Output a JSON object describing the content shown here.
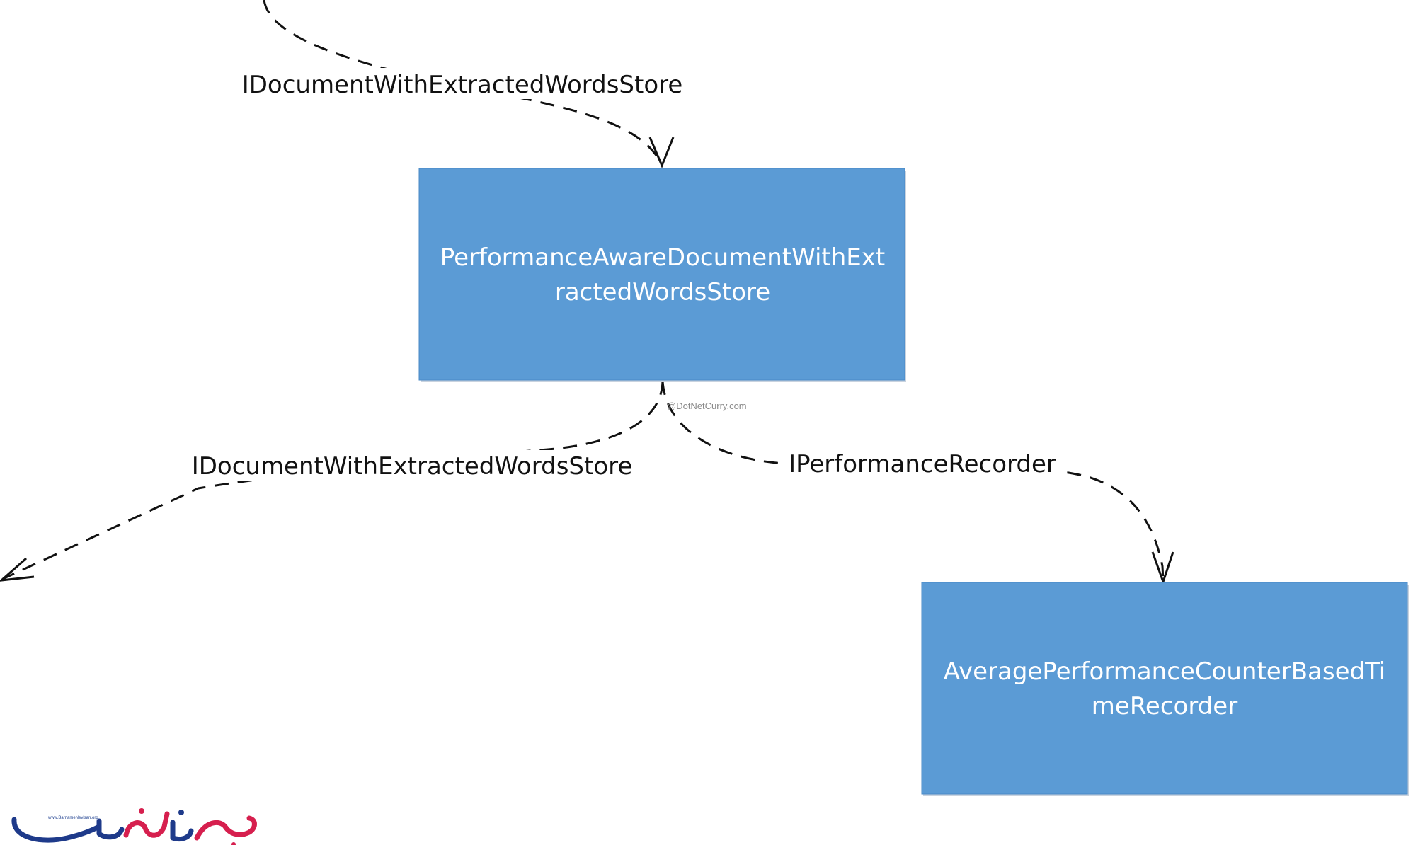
{
  "nodes": {
    "performance_aware": {
      "label_line1": "PerformanceAwareDocumentWithExt",
      "label_line2": "ractedWordsStore"
    },
    "average_recorder": {
      "label_line1": "AveragePerformanceCounterBasedTi",
      "label_line2": "meRecorder"
    }
  },
  "edges": {
    "incoming": {
      "label": "IDocumentWithExtractedWordsStore"
    },
    "outgoing_left": {
      "label": "IDocumentWithExtractedWordsStore"
    },
    "outgoing_right": {
      "label": "IPerformanceRecorder"
    }
  },
  "watermark": "@DotNetCurry.com",
  "logo": {
    "url_text": "www.BarnameNevisan.org",
    "name": "برنامه نویسان"
  },
  "colors": {
    "node_fill": "#5b9bd5",
    "logo_blue": "#1e3a8a",
    "logo_red": "#d61f4e"
  }
}
